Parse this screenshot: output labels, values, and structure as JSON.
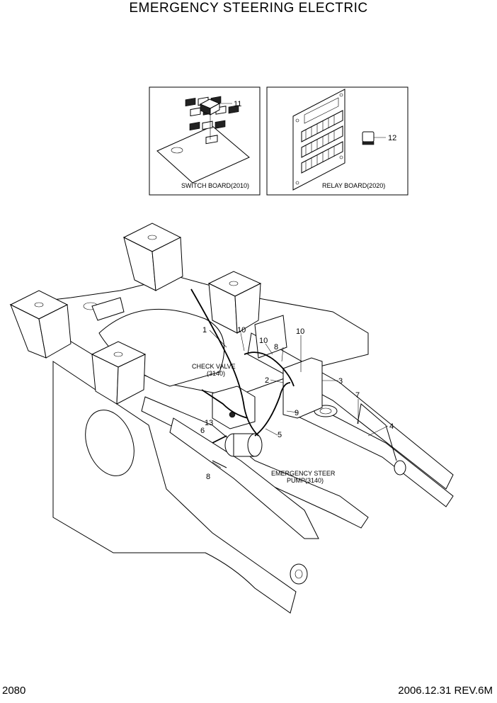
{
  "header": {
    "title": "EMERGENCY STEERING ELECTRIC"
  },
  "footer": {
    "page_number": "2080",
    "revision": "2006.12.31  REV.6M"
  },
  "insets": {
    "switch_board": {
      "caption": "SWITCH BOARD(2010)"
    },
    "relay_board": {
      "caption": "RELAY BOARD(2020)"
    }
  },
  "callouts": {
    "switch": "11",
    "relay": "12",
    "c1": "1",
    "c10a": "10",
    "c10b": "10",
    "c10c": "10",
    "c8a": "8",
    "c2": "2",
    "c3": "3",
    "c7": "7",
    "c9": "9",
    "c4": "4",
    "c5": "5",
    "c13": "13",
    "c6": "6",
    "c8b": "8"
  },
  "component_labels": {
    "check_valve_line1": "CHECK VALVE",
    "check_valve_line2": "(3140)",
    "pump_line1": "EMERGENCY STEER",
    "pump_line2": "PUMP(3140)"
  }
}
